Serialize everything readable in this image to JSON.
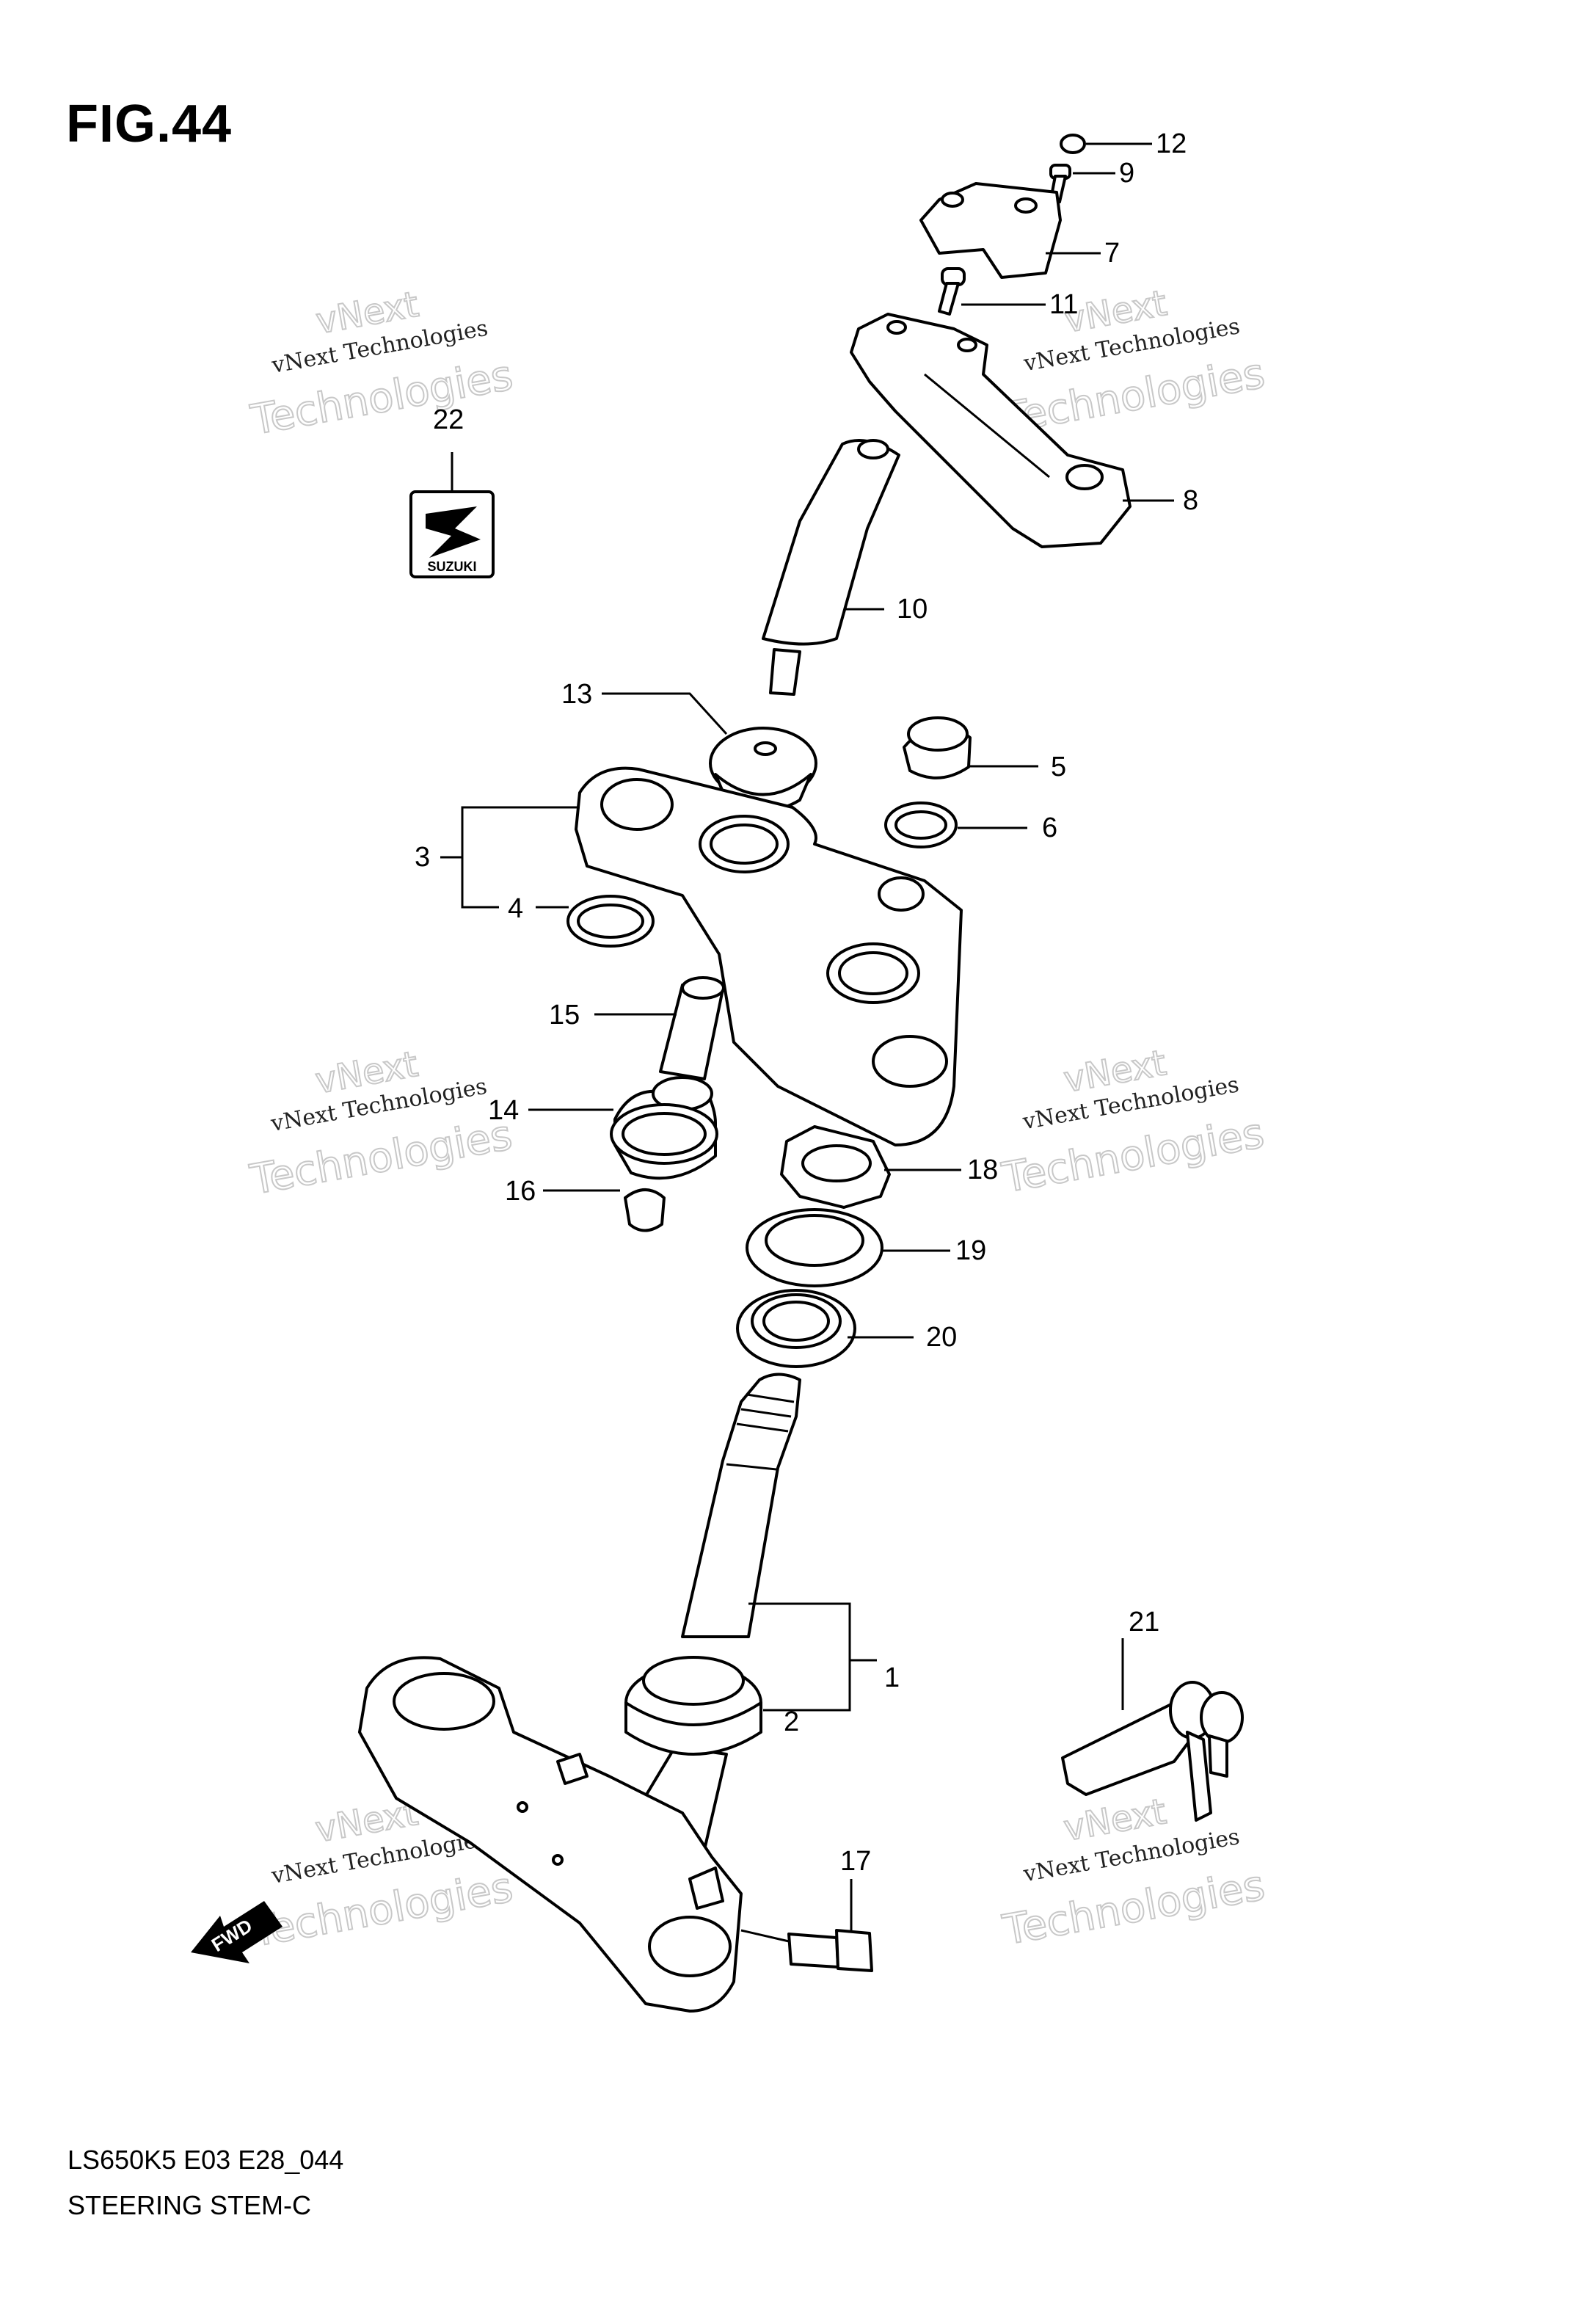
{
  "figure": {
    "title": "FIG.44",
    "model_code": "LS650K5 E03 E28_044",
    "section_name": "STEERING STEM-C"
  },
  "watermark": {
    "line_top": "vNext",
    "line_small": "vNext Technologies",
    "line_big": "Technologies"
  },
  "logo": {
    "brand": "SUZUKI"
  },
  "direction_marker": {
    "label": "FWD"
  },
  "callouts": {
    "c1": "1",
    "c2": "2",
    "c3": "3",
    "c4": "4",
    "c5": "5",
    "c6": "6",
    "c7": "7",
    "c8": "8",
    "c9": "9",
    "c10": "10",
    "c11": "11",
    "c12": "12",
    "c13": "13",
    "c14": "14",
    "c15": "15",
    "c16": "16",
    "c17": "17",
    "c18": "18",
    "c19": "19",
    "c20": "20",
    "c21": "21",
    "c22": "22"
  }
}
